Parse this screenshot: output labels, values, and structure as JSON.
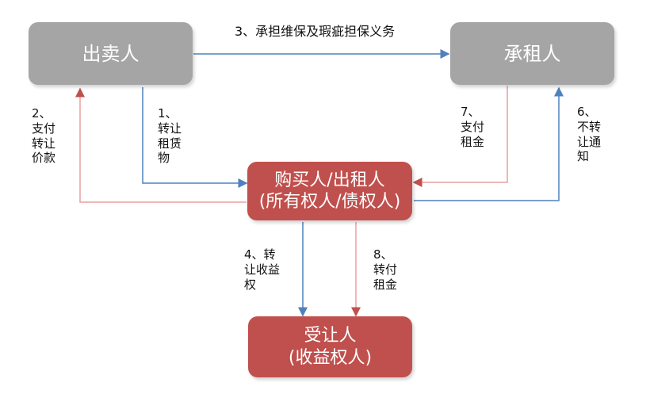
{
  "nodes": {
    "seller": {
      "line1": "出卖人"
    },
    "lessee": {
      "line1": "承租人"
    },
    "buyer": {
      "line1": "购买人/出租人",
      "line2": "(所有权人/债权人)"
    },
    "assignee": {
      "line1": "受让人",
      "line2": "(收益权人)"
    }
  },
  "edges": {
    "e1": "1、\n转让\n租赁\n物",
    "e2": "2、\n支付\n转让\n价款",
    "e3": "3、承担维保及瑕疵担保义务",
    "e4": "4、转\n让收益\n权",
    "e6": "6、\n不转\n让通\n知",
    "e7": "7、\n支付\n租金",
    "e8": "8、\n转付\n租金"
  },
  "colors": {
    "blue": "#4f81bd",
    "red": "#c0504d",
    "gray": "#a5a5a5"
  }
}
